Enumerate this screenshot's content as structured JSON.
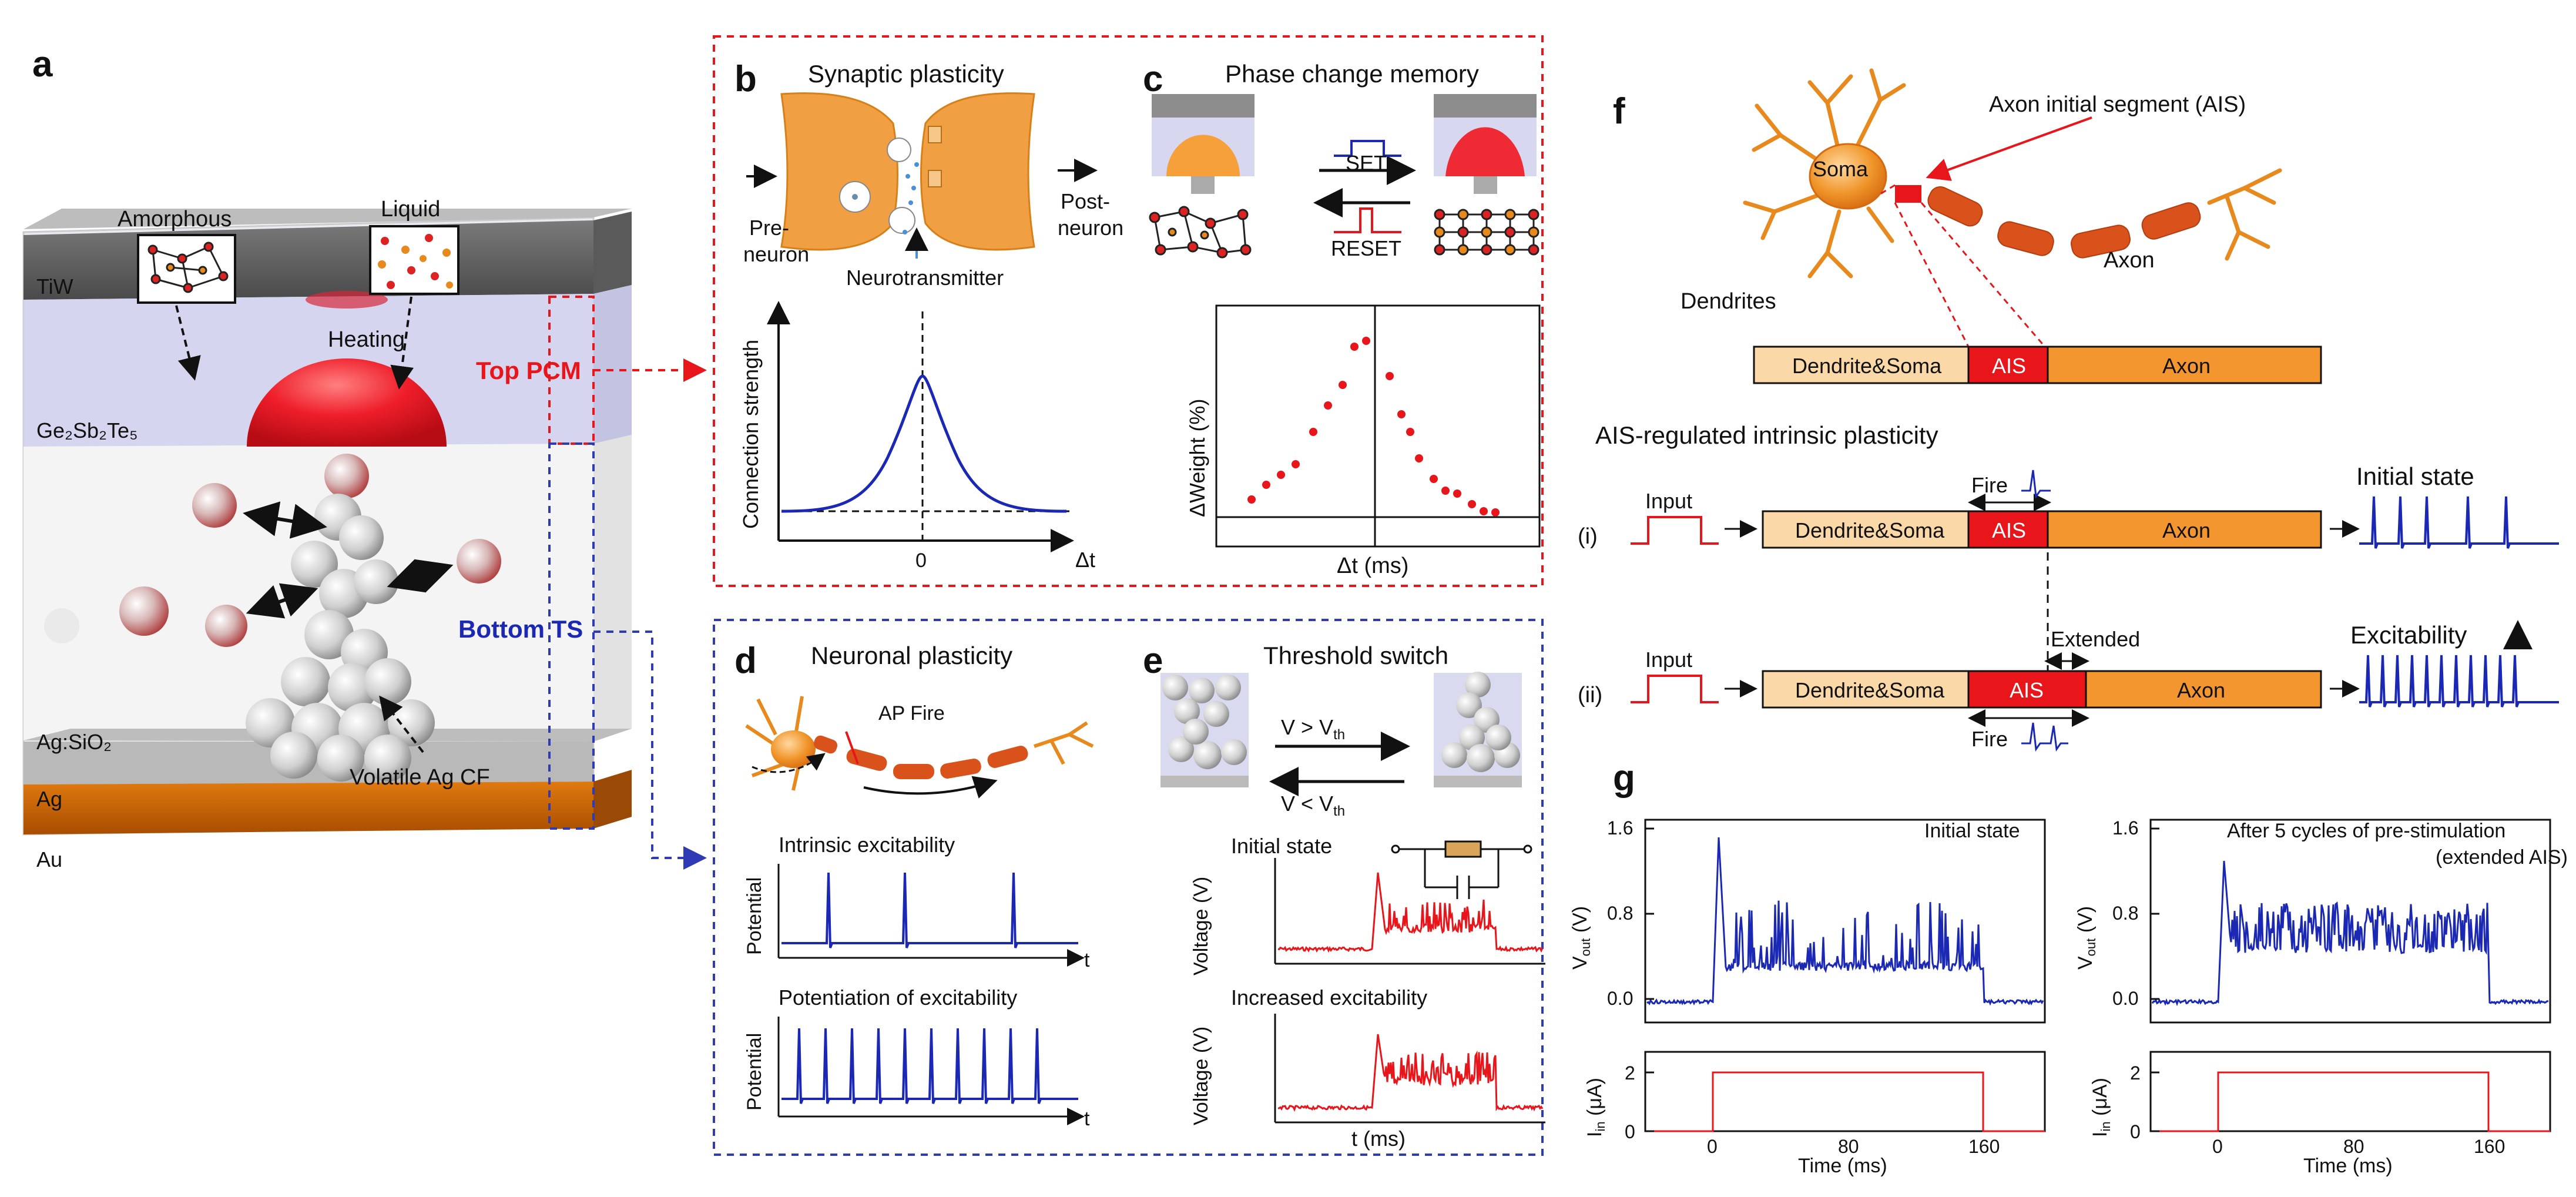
{
  "a": {
    "letter": "a",
    "amorphous": "Amorphous",
    "liquid": "Liquid",
    "tiw": "TiW",
    "heating": "Heating",
    "gst": "Ge₂Sb₂Te₅",
    "top_pcm": "Top PCM",
    "bottom_ts": "Bottom TS",
    "ag_sio2": "Ag:SiO₂",
    "ag": "Ag",
    "au": "Au",
    "volatile": "Volatile Ag CF"
  },
  "b": {
    "letter": "b",
    "title": "Synaptic plasticity",
    "pre": "Pre-",
    "pre2": "neuron",
    "post": "Post-",
    "post2": "neuron",
    "nt": "Neurotransmitter",
    "ylabel": "Connection strength",
    "xlabel": "Δt",
    "zero": "0"
  },
  "c": {
    "letter": "c",
    "title": "Phase change memory",
    "set": "SET",
    "reset": "RESET",
    "ylabel": "ΔWeight (%)",
    "xlabel": "Δt (ms)"
  },
  "d": {
    "letter": "d",
    "title": "Neuronal plasticity",
    "ap": "AP Fire",
    "intrinsic": "Intrinsic excitability",
    "potentiation": "Potentiation of excitability",
    "ylabel": "Potential",
    "t": "t"
  },
  "e": {
    "letter": "e",
    "title": "Threshold switch",
    "vgt": "V > V",
    "vlt": "V < V",
    "th": "th",
    "initial": "Initial state",
    "increased": "Increased excitability",
    "ylabel": "Voltage (V)",
    "xlabel": "t (ms)"
  },
  "f": {
    "letter": "f",
    "ais_label": "Axon initial segment (AIS)",
    "soma": "Soma",
    "dendrites": "Dendrites",
    "axon": "Axon",
    "dendrite_soma": "Dendrite&Soma",
    "ais": "AIS",
    "regulated": "AIS-regulated intrinsic plasticity",
    "i": "(i)",
    "ii": "(ii)",
    "input": "Input",
    "fire": "Fire",
    "extended": "Extended",
    "initial_state": "Initial state",
    "excitability": "Excitability"
  },
  "g": {
    "letter": "g",
    "left_title": "Initial state",
    "right_title1": "After 5 cycles of pre-stimulation",
    "right_title2": "(extended AIS)",
    "vout": "V",
    "vout_sub": "out",
    "vout_unit": " (V)",
    "iin": "I",
    "iin_sub": "in",
    "iin_unit": " (μA)",
    "xlabel": "Time (ms)",
    "yticks_v": [
      "1.6",
      "0.8",
      "0.0"
    ],
    "yticks_i": [
      "2",
      "0"
    ],
    "xticks": [
      "0",
      "80",
      "160"
    ]
  },
  "colors": {
    "red": "#e8151b",
    "blue": "#1a28b4",
    "orange": "#e8891d",
    "dashed_red": "#e8151b",
    "dashed_blue": "#2f3ab5"
  }
}
